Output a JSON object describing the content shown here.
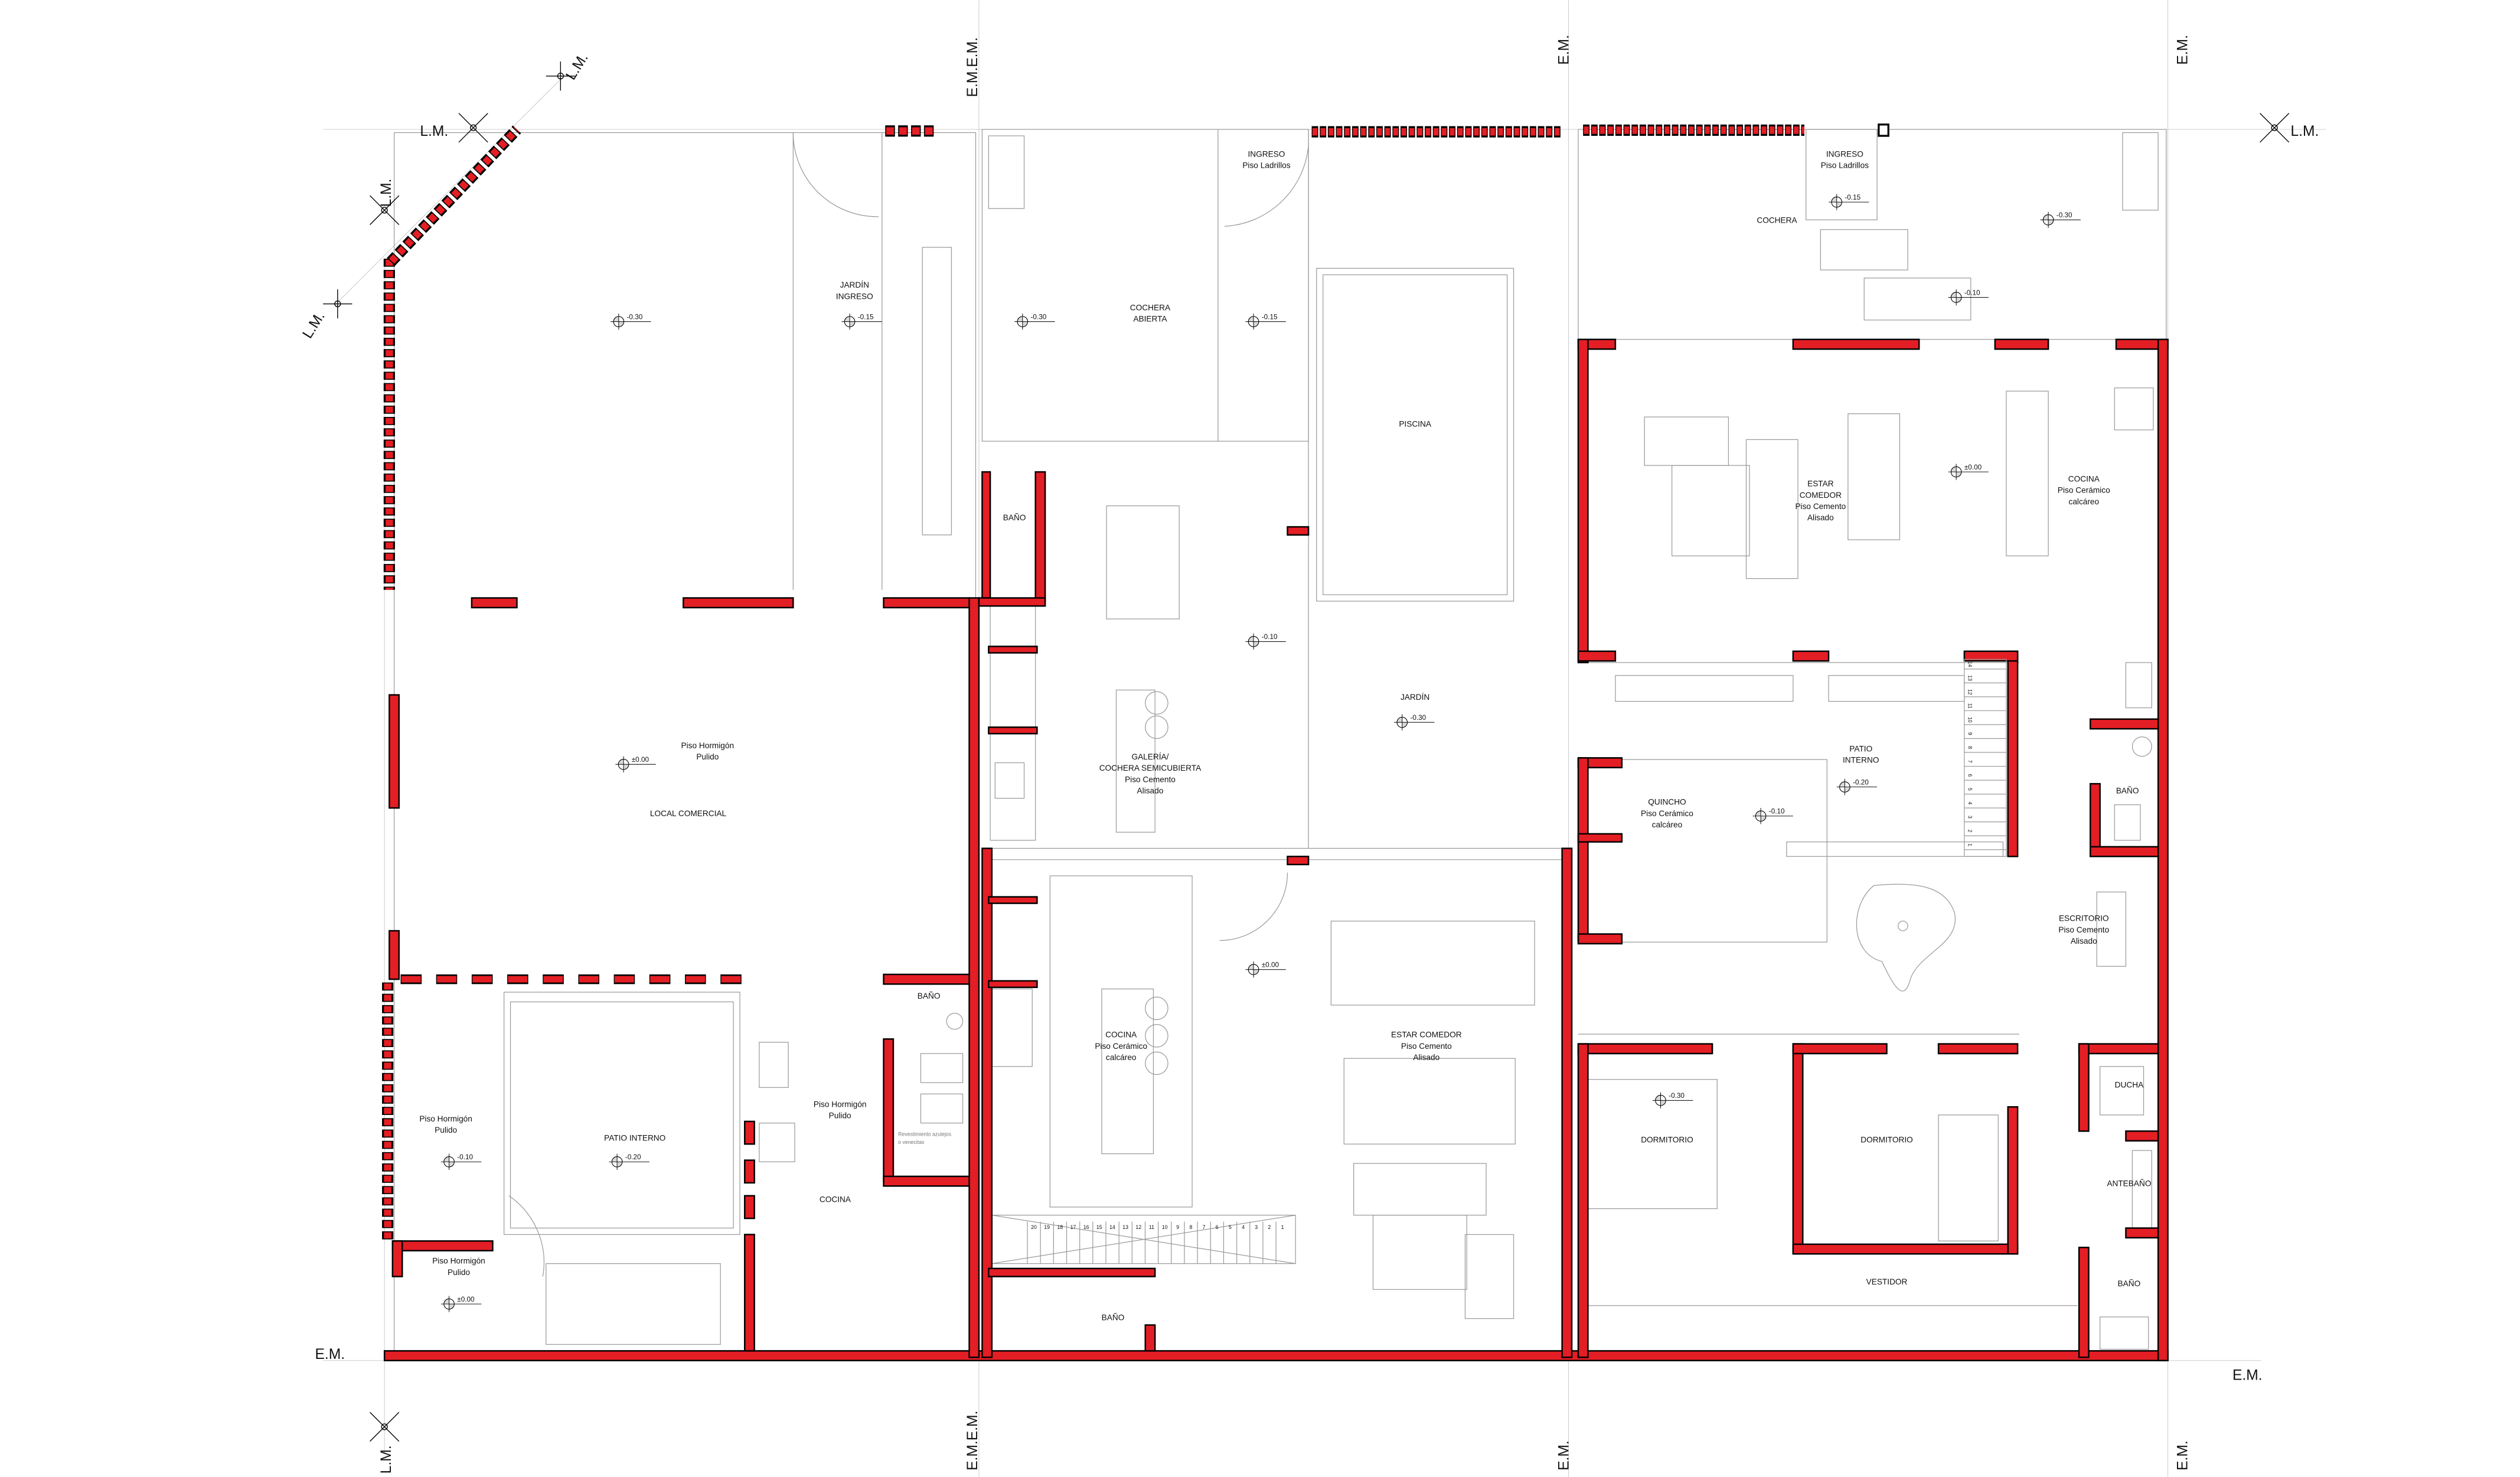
{
  "drawing": {
    "wall_color": "#e31e24",
    "line_color": "#9a9a9a",
    "level_marker_fill": "#d9d9d9"
  },
  "axis_labels": {
    "lm_top_left": "L.M.",
    "lm_top_right": "L.M.",
    "lm_diag_top": "L.M.",
    "lm_vertical_left": "L.M.",
    "lm_diag_left": "L.M.",
    "lm_bottom_left": "L.M.",
    "em_left": "E.M.",
    "em_right": "E.M.",
    "em_top_1": "E.M.E.M.",
    "em_top_2": "E.M.",
    "em_top_3": "E.M.",
    "em_bottom_1": "E.M.E.M.",
    "em_bottom_2": "E.M.",
    "em_bottom_3": "E.M."
  },
  "rooms": [
    {
      "id": "jardin-ingreso",
      "lines": [
        "JARDÍN",
        "INGRESO"
      ]
    },
    {
      "id": "cochera-abierta",
      "lines": [
        "COCHERA",
        "ABIERTA"
      ]
    },
    {
      "id": "ingreso-1",
      "lines": [
        "INGRESO",
        "Piso Ladrillos"
      ]
    },
    {
      "id": "piscina",
      "lines": [
        "PISCINA"
      ]
    },
    {
      "id": "ingreso-2",
      "lines": [
        "INGRESO",
        "Piso Ladrillos"
      ]
    },
    {
      "id": "cochera",
      "lines": [
        "COCHERA"
      ]
    },
    {
      "id": "estar-comedor-1",
      "lines": [
        "ESTAR",
        "COMEDOR",
        "Piso Cemento",
        "Alisado"
      ]
    },
    {
      "id": "cocina-1",
      "lines": [
        "COCINA",
        "Piso Cerámico",
        "calcáreo"
      ]
    },
    {
      "id": "bano-1",
      "lines": [
        "BAÑO"
      ]
    },
    {
      "id": "galeria",
      "lines": [
        "GALERÍA/",
        "COCHERA SEMICUBIERTA",
        "Piso Cemento",
        "Alisado"
      ]
    },
    {
      "id": "jardin",
      "lines": [
        "JARDÍN"
      ]
    },
    {
      "id": "local-piso",
      "lines": [
        "Piso Hormigón",
        "Pulido"
      ]
    },
    {
      "id": "local-comercial",
      "lines": [
        "LOCAL COMERCIAL"
      ]
    },
    {
      "id": "patio-interno-1",
      "lines": [
        "PATIO",
        "INTERNO"
      ]
    },
    {
      "id": "quincho",
      "lines": [
        "QUINCHO",
        "Piso Cerámico",
        "calcáreo"
      ]
    },
    {
      "id": "bano-2",
      "lines": [
        "BAÑO"
      ]
    },
    {
      "id": "escritorio",
      "lines": [
        "ESCRITORIO",
        "Piso Cemento",
        "Alisado"
      ]
    },
    {
      "id": "bano-3",
      "lines": [
        "BAÑO"
      ]
    },
    {
      "id": "piso-left",
      "lines": [
        "Piso Hormigón",
        "Pulido"
      ]
    },
    {
      "id": "patio-interno-2",
      "lines": [
        "PATIO INTERNO"
      ]
    },
    {
      "id": "piso-cocina-left",
      "lines": [
        "Piso Hormigón",
        "Pulido"
      ]
    },
    {
      "id": "revestimiento",
      "lines": [
        "Revestimiento azulejos",
        "o venecitas"
      ]
    },
    {
      "id": "cocina-2",
      "lines": [
        "COCINA"
      ]
    },
    {
      "id": "piso-entrada",
      "lines": [
        "Piso Hormigón",
        "Pulido"
      ]
    },
    {
      "id": "cocina-3",
      "lines": [
        "COCINA",
        "Piso Cerámico",
        "calcáreo"
      ]
    },
    {
      "id": "estar-comedor-2",
      "lines": [
        "ESTAR COMEDOR",
        "Piso Cemento",
        "Alisado"
      ]
    },
    {
      "id": "dormitorio-1",
      "lines": [
        "DORMITORIO"
      ]
    },
    {
      "id": "dormitorio-2",
      "lines": [
        "DORMITORIO"
      ]
    },
    {
      "id": "ducha",
      "lines": [
        "DUCHA"
      ]
    },
    {
      "id": "antebano",
      "lines": [
        "ANTEBAÑO"
      ]
    },
    {
      "id": "bano-4",
      "lines": [
        "BAÑO"
      ]
    },
    {
      "id": "vestidor",
      "lines": [
        "VESTIDOR"
      ]
    },
    {
      "id": "bano-5",
      "lines": [
        "BAÑO"
      ]
    }
  ],
  "levels": [
    "-0.30",
    "-0.15",
    "-0.30",
    "-0.15",
    "-0.15",
    "-0.30",
    "-0.10",
    "±0.00",
    "-0.10",
    "-0.30",
    "±0.00",
    "-0.20",
    "-0.10",
    "±0.00",
    "-0.10",
    "-0.20",
    "±0.00",
    "-0.30"
  ],
  "stairs": {
    "main": [
      "20",
      "19",
      "18",
      "17",
      "16",
      "15",
      "14",
      "13",
      "12",
      "11",
      "10",
      "9",
      "8",
      "7",
      "6",
      "5",
      "4",
      "3",
      "2",
      "1"
    ],
    "patio": [
      "14",
      "13",
      "12",
      "11",
      "10",
      "9",
      "8",
      "7",
      "6",
      "5",
      "4",
      "3",
      "2",
      "1"
    ]
  }
}
